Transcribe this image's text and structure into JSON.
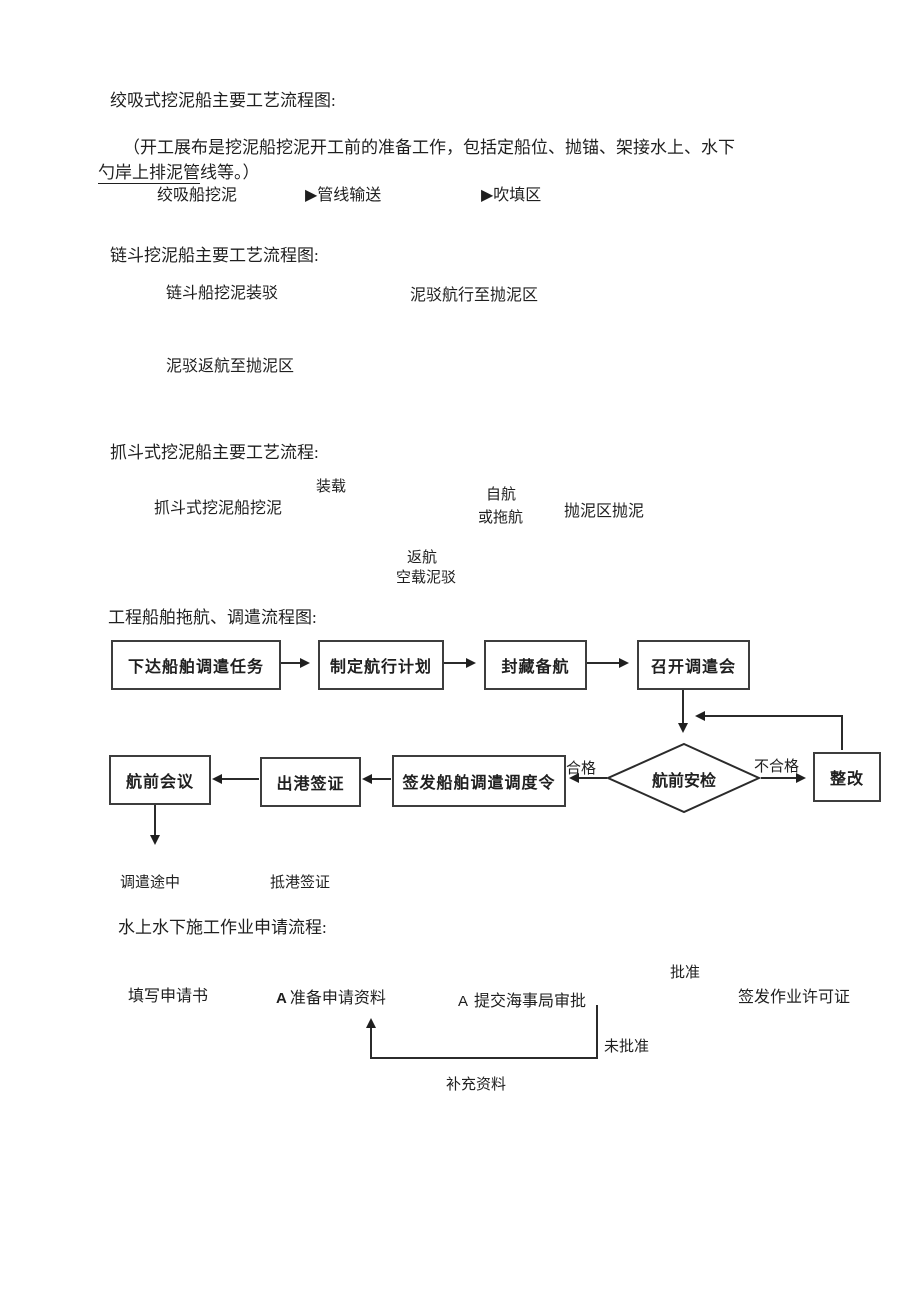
{
  "theme": {
    "ink": "#1f1f1f",
    "line": "#2b2b2b",
    "background": "#ffffff"
  },
  "doc": {
    "s1": {
      "title": "绞吸式挖泥船主要工艺流程图:",
      "note1": "（开工展布是挖泥船挖泥开工前的准备工作，包括定船位、抛锚、架接水上、水下",
      "note2_underline": "勺岸上排泥管",
      "note2_rest": "线等。）",
      "step1": "绞吸船挖泥",
      "step2": "▶管线输送",
      "step3": "▶吹填区"
    },
    "s2": {
      "title": "链斗挖泥船主要工艺流程图:",
      "step1": "链斗船挖泥装驳",
      "step2": "泥驳航行至抛泥区",
      "step3": "泥驳返航至抛泥区"
    },
    "s3": {
      "title": "抓斗式挖泥船主要工艺流程:",
      "label_load": "装载",
      "step1": "抓斗式挖泥船挖泥",
      "label_sail1": "自航",
      "label_sail2": "或拖航",
      "step2": "抛泥区抛泥",
      "label_return1": "返航",
      "label_return2": "空载泥驳"
    },
    "s4": {
      "title": "工程船舶拖航、调遣流程图:",
      "box1": "下达船舶调遣任务",
      "box2": "制定航行计划",
      "box3": "封藏备航",
      "box4": "召开调遣会",
      "diamond": "航前安检",
      "label_pass": "合格",
      "label_fail": "不合格",
      "box_rectify": "整改",
      "box_order": "签发船舶调遣调度令",
      "box_visa_out": "出港签证",
      "box_meeting": "航前会议",
      "label_enroute": "调遣途中",
      "label_arrive": "抵港签证"
    },
    "s5": {
      "title": "水上水下施工作业申请流程:",
      "step1": "填写申请书",
      "step2_prefix": "A",
      "step2": "准备申请资料",
      "step3_prefix": "A",
      "step3": "提交海事局审批",
      "label_approved": "批准",
      "step4": "签发作业许可证",
      "label_rejected": "未批准",
      "label_supplement": "补充资料"
    }
  }
}
